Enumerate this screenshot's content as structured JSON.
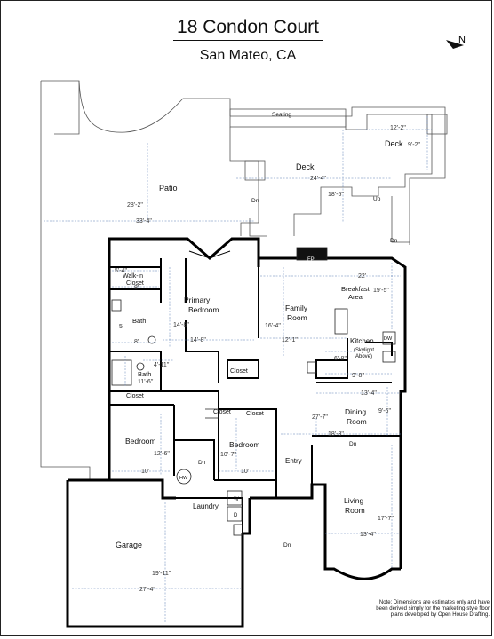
{
  "header": {
    "title": "18 Condon Court",
    "subtitle": "San Mateo, CA"
  },
  "compass": {
    "label": "N"
  },
  "outdoor": {
    "patio": "Patio",
    "deck_main": "Deck",
    "deck_upper": "Deck",
    "seating": "Seating",
    "up": "Up",
    "dn": "Dn"
  },
  "rooms": {
    "primary_bedroom": "Primary\nBedroom",
    "walk_in_closet": "Walk-in\nCloset",
    "bath_primary": "Bath",
    "bath_hall": "Bath",
    "closet_hall": "Closet",
    "closet_small": "Closet",
    "closet_bed2": "Closet",
    "closet_bed3": "Closet",
    "bedroom_left": "Bedroom",
    "bedroom_right": "Bedroom",
    "family_room": "Family\nRoom",
    "breakfast_area": "Breakfast\nArea",
    "kitchen": "Kitchen",
    "kitchen_note": "(Skylight\nAbove)",
    "dining_room": "Dining\nRoom",
    "living_room": "Living\nRoom",
    "entry": "Entry",
    "laundry": "Laundry",
    "garage": "Garage",
    "fp": "FP",
    "dw": "DW",
    "hw": "HW",
    "w": "W",
    "d": "D"
  },
  "dimensions": {
    "deck_upper_w": "12'-2\"",
    "deck_upper_h": "9'-2\"",
    "deck_main_w": "24'-4\"",
    "deck_main_h": "18'-5\"",
    "patio_h": "28'-2\"",
    "patio_w": "33'-4\"",
    "walkin_w": "5'-4\"",
    "walkin_h": "8'",
    "primary_h": "14'-8\"",
    "primary_w": "14'-8\"",
    "bath_primary_w": "5'",
    "bath_primary_h": "8'",
    "bath_hall_w": "4'-11\"",
    "bath_hall_h": "11'-6\"",
    "breakfast_w": "22'",
    "breakfast_h": "19'-5\"",
    "family_h": "16'-4\"",
    "family_w": "12'-1\"",
    "kitchen_w": "6'-8\"",
    "kitchen_nook_w": "9'-8\"",
    "dining_w": "13'-4\"",
    "dining_h": "9'-6\"",
    "dining_depth": "27'-7\"",
    "entry_w": "18'-8\"",
    "bed_left_h": "12'-6\"",
    "bed_left_w": "10'",
    "bed_right_h": "10'-7\"",
    "bed_right_w": "10'",
    "living_h": "17'-7\"",
    "living_w": "13'-4\"",
    "garage_h": "19'-11\"",
    "garage_w": "27'-4\""
  },
  "note": "Note: Dimensions are estimates only and have been derived simply for the marketing-style floor plans developed by Open House Drafting."
}
